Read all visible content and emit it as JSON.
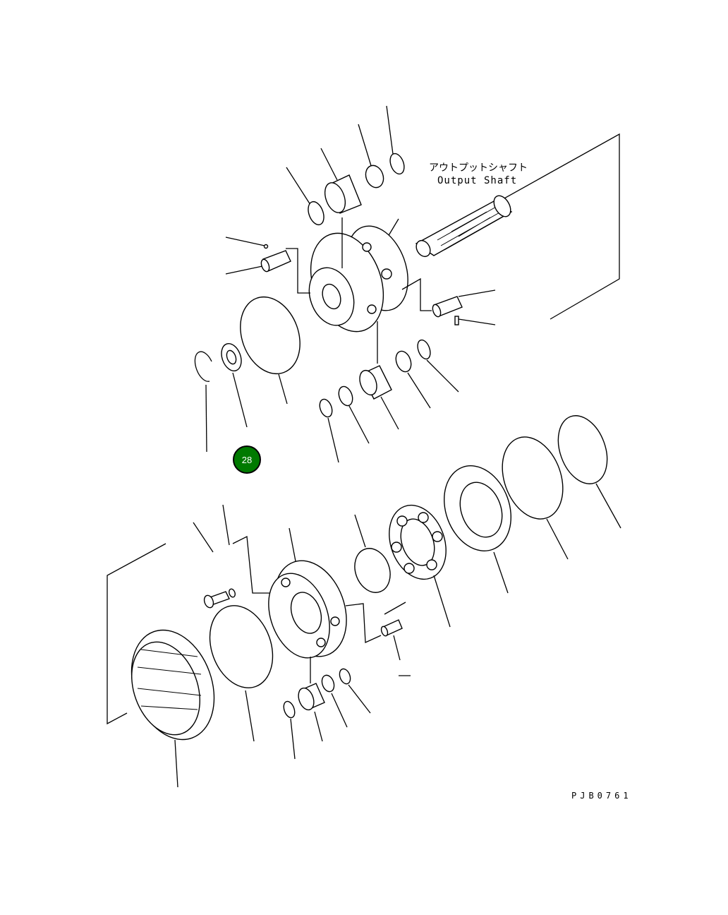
{
  "labels": {
    "output_shaft_jp": "アウトプットシャフト",
    "output_shaft_en": "Output Shaft",
    "drawing_code": "PJB0761"
  },
  "callout": {
    "number": "28",
    "color": "#007a00"
  }
}
